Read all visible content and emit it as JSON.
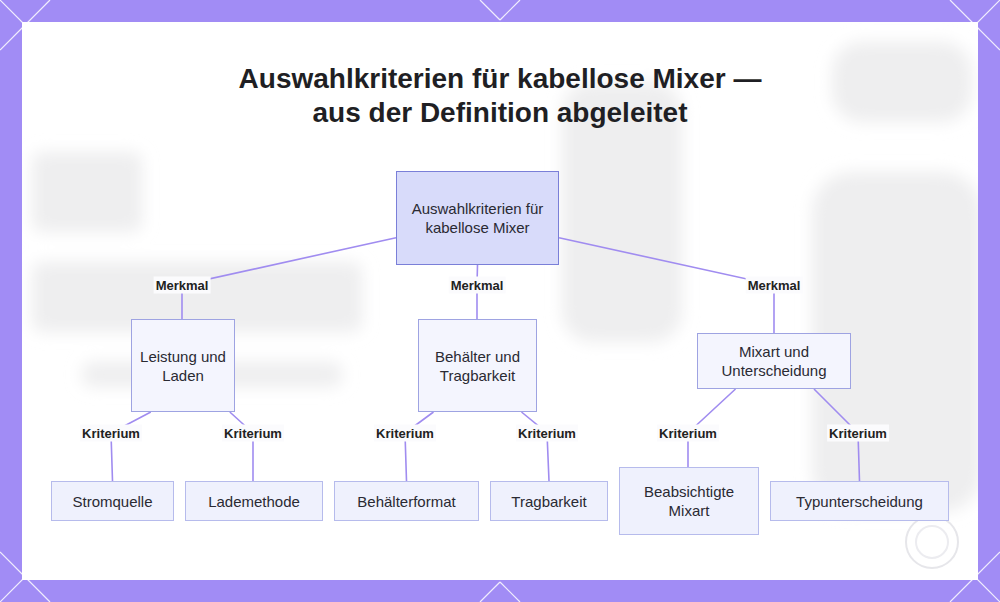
{
  "diagram": {
    "title": "Auswahlkriterien für kabellose Mixer — aus der Definition abgeleitet",
    "nodes": [
      {
        "text": [
          "Auswahlkriterien für kabellose Mixer"
        ]
      },
      {
        "text": [
          "Leistung und Laden"
        ]
      },
      {
        "text": [
          "Behälter und Tragbarkeit"
        ]
      },
      {
        "text": [
          "Mixart und Unterscheidung"
        ]
      },
      {
        "text": [
          "Stromquelle"
        ]
      },
      {
        "text": [
          "Lademethode"
        ]
      },
      {
        "text": [
          "Behälterformat"
        ]
      },
      {
        "text": [
          "Tragbarkeit"
        ]
      },
      {
        "text": [
          "Beabsichtigte Mixart"
        ]
      },
      {
        "text": [
          "Typunterscheidung"
        ]
      }
    ],
    "edges": [
      {
        "from": 0,
        "to": 1,
        "arrow": "none",
        "label": "Merkmal"
      },
      {
        "from": 0,
        "to": 2,
        "arrow": "none",
        "label": "Merkmal"
      },
      {
        "from": 0,
        "to": 3,
        "arrow": "none",
        "label": "Merkmal"
      },
      {
        "from": 1,
        "to": 4,
        "arrow": "none",
        "label": "Kriterium"
      },
      {
        "from": 1,
        "to": 5,
        "arrow": "none",
        "label": "Kriterium"
      },
      {
        "from": 2,
        "to": 6,
        "arrow": "none",
        "label": "Kriterium"
      },
      {
        "from": 2,
        "to": 7,
        "arrow": "none",
        "label": "Kriterium"
      },
      {
        "from": 3,
        "to": 8,
        "arrow": "none",
        "label": "Kriterium"
      },
      {
        "from": 3,
        "to": 9,
        "arrow": "none",
        "label": "Kriterium"
      }
    ]
  }
}
